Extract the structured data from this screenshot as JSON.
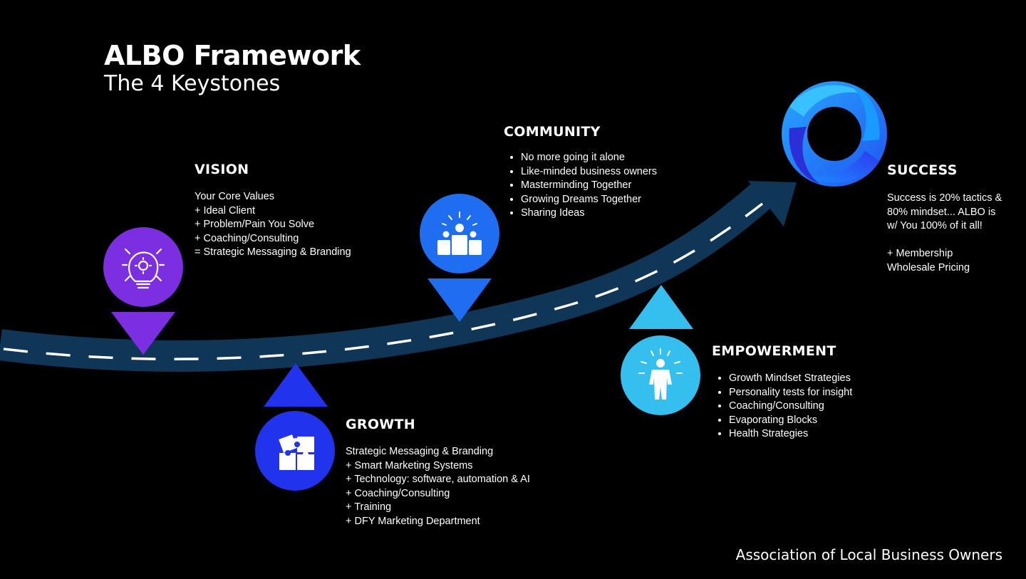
{
  "header": {
    "title": "ALBO Framework",
    "subtitle": "The 4 Keystones"
  },
  "colors": {
    "background": "#000000",
    "road": "#0f3557",
    "vision": "#7b2fe0",
    "growth": "#2233ee",
    "community": "#1f6df0",
    "empowerment": "#35bfee",
    "success_logo": "#1a7cf0"
  },
  "keystones": {
    "vision": {
      "heading": "VISION",
      "icon": "lightbulb-gear-icon",
      "lines": [
        "Your Core Values",
        "+ Ideal Client",
        "+ Problem/Pain You Solve",
        "+ Coaching/Consulting",
        "= Strategic Messaging & Branding"
      ]
    },
    "growth": {
      "heading": "GROWTH",
      "icon": "puzzle-icon",
      "lines": [
        "Strategic Messaging & Branding",
        "+ Smart Marketing Systems",
        "+ Technology: software, automation & AI",
        "+ Coaching/Consulting",
        "+ Training",
        "+ DFY Marketing Department"
      ]
    },
    "community": {
      "heading": "COMMUNITY",
      "icon": "group-icon",
      "bullets": [
        "No more going it alone",
        "Like-minded business owners",
        "Masterminding Together",
        "Growing Dreams Together",
        "Sharing Ideas"
      ]
    },
    "empowerment": {
      "heading": "EMPOWERMENT",
      "icon": "empowered-person-icon",
      "bullets": [
        "Growth Mindset Strategies",
        "Personality tests for insight",
        "Coaching/Consulting",
        "Evaporating Blocks",
        "Health Strategies"
      ]
    },
    "success": {
      "heading": "SUCCESS",
      "icon": "albo-logo-icon",
      "lines": [
        "Success is 20% tactics &",
        "80% mindset... ALBO is",
        "w/ You 100% of it all!",
        "",
        "+ Membership",
        "Wholesale Pricing"
      ]
    }
  },
  "footer": {
    "organization": "Association of Local Business Owners"
  }
}
